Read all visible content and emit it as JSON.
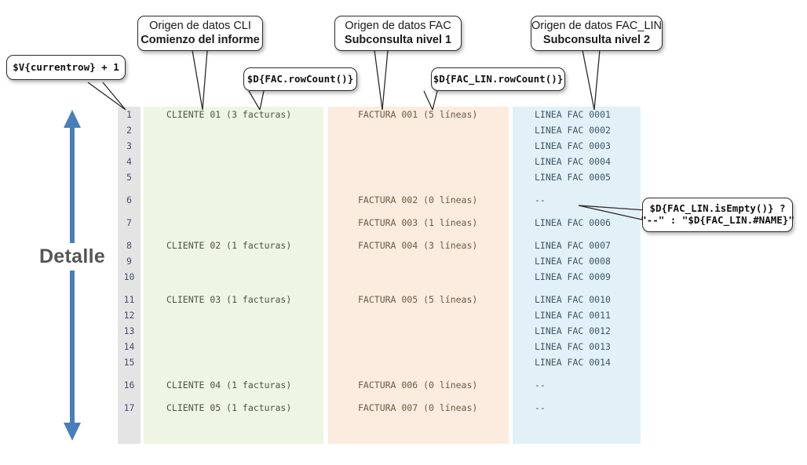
{
  "diagram": {
    "section_label": "Detalle",
    "callouts": [
      {
        "name": "currentrow-expression",
        "style": "mono",
        "line1": "$V{currentrow} + 1",
        "line2": ""
      },
      {
        "name": "cli-datasource",
        "style": "sans",
        "line1": "Origen de datos CLI",
        "line2": "Comienzo del informe"
      },
      {
        "name": "fac-rowcount-expression",
        "style": "mono",
        "line1": "$D{FAC.rowCount()}",
        "line2": ""
      },
      {
        "name": "fac-datasource",
        "style": "sans",
        "line1": "Origen de datos FAC",
        "line2": "Subconsulta nivel 1"
      },
      {
        "name": "fac-lin-rowcount-expression",
        "style": "mono",
        "line1": "$D{FAC_LIN.rowCount()}",
        "line2": ""
      },
      {
        "name": "fac-lin-datasource",
        "style": "sans",
        "line1": "Origen de datos FAC_LIN",
        "line2": "Subconsulta nivel 2"
      },
      {
        "name": "isempty-ternary-expression",
        "style": "mono",
        "line1": "$D{FAC_LIN.isEmpty()} ?",
        "line2": "\"--\" : \"$D{FAC_LIN.#NAME}\""
      }
    ],
    "colors": {
      "column_cli": "#ecf6e3",
      "column_fac": "#fcecdf",
      "column_lin": "#e2f1f8",
      "gutter": "#e4e4e4",
      "arrow": "#4a7ebb",
      "label": "#555555"
    }
  },
  "report": {
    "rows": [
      {
        "type": "data",
        "num": "1",
        "cli": "CLIENTE 01 (3 facturas)",
        "fac": "FACTURA 001 (5 líneas)",
        "lin": "LINEA FAC 0001"
      },
      {
        "type": "data",
        "num": "2",
        "cli": "",
        "fac": "",
        "lin": "LINEA FAC 0002"
      },
      {
        "type": "data",
        "num": "3",
        "cli": "",
        "fac": "",
        "lin": "LINEA FAC 0003"
      },
      {
        "type": "data",
        "num": "4",
        "cli": "",
        "fac": "",
        "lin": "LINEA FAC 0004"
      },
      {
        "type": "data",
        "num": "5",
        "cli": "",
        "fac": "",
        "lin": "LINEA FAC 0005"
      },
      {
        "type": "spacer",
        "num": "",
        "cli": "",
        "fac": "",
        "lin": ""
      },
      {
        "type": "data",
        "num": "6",
        "cli": "",
        "fac": "FACTURA 002 (0 líneas)",
        "lin": "--"
      },
      {
        "type": "spacer",
        "num": "",
        "cli": "",
        "fac": "",
        "lin": ""
      },
      {
        "type": "data",
        "num": "7",
        "cli": "",
        "fac": "FACTURA 003 (1 líneas)",
        "lin": "LINEA FAC 0006"
      },
      {
        "type": "spacer",
        "num": "",
        "cli": "",
        "fac": "",
        "lin": ""
      },
      {
        "type": "data",
        "num": "8",
        "cli": "CLIENTE 02 (1 facturas)",
        "fac": "FACTURA 004 (3 líneas)",
        "lin": "LINEA FAC 0007"
      },
      {
        "type": "data",
        "num": "9",
        "cli": "",
        "fac": "",
        "lin": "LINEA FAC 0008"
      },
      {
        "type": "data",
        "num": "10",
        "cli": "",
        "fac": "",
        "lin": "LINEA FAC 0009"
      },
      {
        "type": "spacer",
        "num": "",
        "cli": "",
        "fac": "",
        "lin": ""
      },
      {
        "type": "data",
        "num": "11",
        "cli": "CLIENTE 03 (1 facturas)",
        "fac": "FACTURA 005 (5 líneas)",
        "lin": "LINEA FAC 0010"
      },
      {
        "type": "data",
        "num": "12",
        "cli": "",
        "fac": "",
        "lin": "LINEA FAC 0011"
      },
      {
        "type": "data",
        "num": "13",
        "cli": "",
        "fac": "",
        "lin": "LINEA FAC 0012"
      },
      {
        "type": "data",
        "num": "14",
        "cli": "",
        "fac": "",
        "lin": "LINEA FAC 0013"
      },
      {
        "type": "data",
        "num": "15",
        "cli": "",
        "fac": "",
        "lin": "LINEA FAC 0014"
      },
      {
        "type": "spacer",
        "num": "",
        "cli": "",
        "fac": "",
        "lin": ""
      },
      {
        "type": "data",
        "num": "16",
        "cli": "CLIENTE 04 (1 facturas)",
        "fac": "FACTURA 006 (0 líneas)",
        "lin": "--"
      },
      {
        "type": "spacer",
        "num": "",
        "cli": "",
        "fac": "",
        "lin": ""
      },
      {
        "type": "data",
        "num": "17",
        "cli": "CLIENTE 05 (1 facturas)",
        "fac": "FACTURA 007 (0 líneas)",
        "lin": "--"
      }
    ]
  }
}
